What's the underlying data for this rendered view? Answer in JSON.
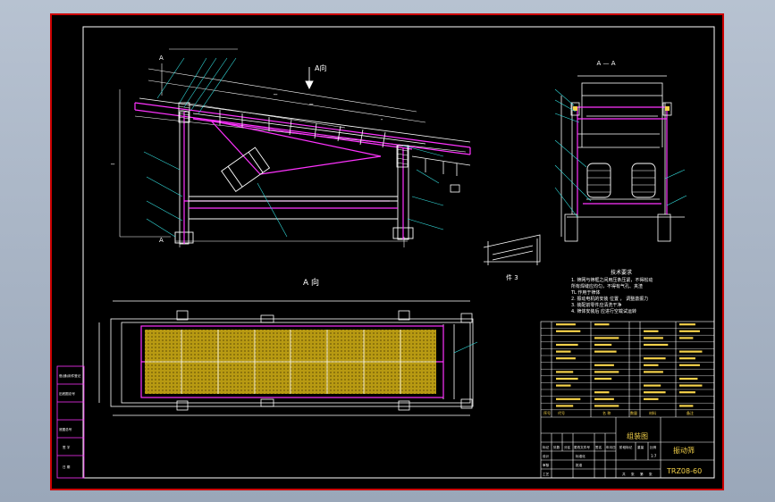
{
  "drawing": {
    "section_label": "A — A",
    "view_label": "A 向",
    "arrow_label": "A向",
    "section_marker": "A",
    "detail_label": "件 3",
    "model_code": "TRZ08-60",
    "part_name": "振动筛",
    "assembly_name": "组装图",
    "tech_requirements_title": "技术要求",
    "tech_requirements": [
      "1. 筛网与筛框之间用压条压紧，不得松动",
      "   所有焊缝应均匀，不得有气孔、夹渣",
      "   TL 作用于筛体",
      "2. 振动电机的安装  位置 ， 调整激振力",
      "3. 装配前零件应清洗干净",
      "4. 筛体安装后  应进行空载试运转"
    ],
    "side_stamps": [
      "借(通)用件登记",
      "旧底图总号",
      "底图总号",
      "签 字",
      "日 期"
    ],
    "title_block": {
      "cells": [
        "标记",
        "处数",
        "分区",
        "更改文件号",
        "签名",
        "年月日"
      ],
      "roles": [
        "设计",
        "审核",
        "工艺",
        "标准化",
        "批准"
      ],
      "info": [
        "阶段标记",
        "重量",
        "比例",
        "1:7"
      ],
      "sheet": [
        "共",
        "张",
        "第",
        "张"
      ]
    },
    "parts_header": [
      "序号",
      "代号",
      "名 称",
      "数量",
      "材料",
      "备注"
    ],
    "colors": {
      "outer_border": "#cc0000",
      "frame": "#ffffff",
      "magenta": "#ff33ff",
      "cyan": "#33dddd",
      "mesh": "#bfa41a",
      "yellow": "#f5d24a"
    }
  }
}
